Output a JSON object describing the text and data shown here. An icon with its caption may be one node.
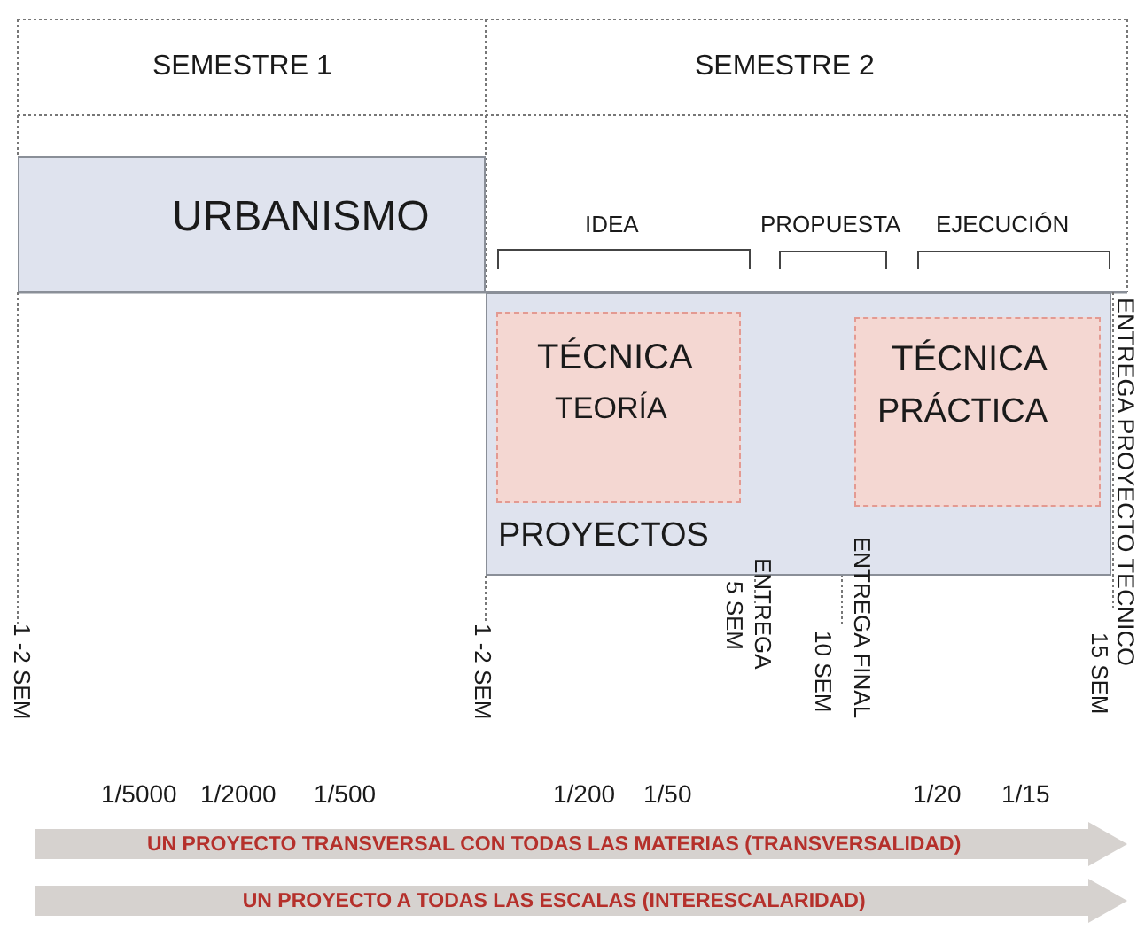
{
  "diagram": {
    "nodes": [
      {
        "text": [
          "URBANISMO"
        ]
      },
      {
        "text": [
          "PROYECTOS"
        ]
      },
      {
        "text": [
          "TÉCNICA",
          "TEORÍA"
        ],
        "in": 1
      },
      {
        "text": [
          "TÉCNICA",
          "PRÁCTICA"
        ],
        "in": 1
      },
      {
        "text": [
          "UN PROYECTO TRANSVERSAL CON TODAS LAS MATERIAS (TRANSVERSALIDAD)"
        ]
      },
      {
        "text": [
          "UN PROYECTO A TODAS LAS ESCALAS (INTERESCALARIDAD)"
        ]
      }
    ],
    "labels": [
      "SEMESTRE 1",
      "SEMESTRE 2",
      "IDEA",
      "PROPUESTA",
      "EJECUCIÓN",
      "ENTREGA PROYECTO TECNICO",
      "ENTREGA",
      "ENTREGA FINAL",
      "1 -2 SEM",
      "1 -2 SEM",
      "5 SEM",
      "10 SEM",
      "15 SEM",
      "1/5000",
      "1/2000",
      "1/500",
      "1/200",
      "1/50",
      "1/20",
      "1/15"
    ]
  }
}
